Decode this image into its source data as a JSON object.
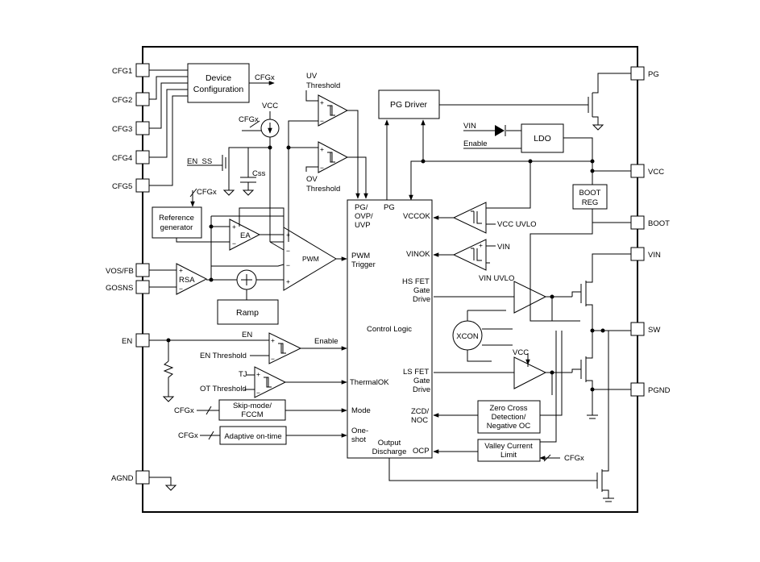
{
  "pins_left": {
    "cfg1": "CFG1",
    "cfg2": "CFG2",
    "cfg3": "CFG3",
    "cfg4": "CFG4",
    "cfg5": "CFG5",
    "vos_fb": "VOS/FB",
    "gosns": "GOSNS",
    "en": "EN",
    "agnd": "AGND"
  },
  "pins_right": {
    "pg": "PG",
    "vcc": "VCC",
    "boot": "BOOT",
    "vin": "VIN",
    "sw": "SW",
    "pgnd": "PGND"
  },
  "blocks": {
    "device_config_1": "Device",
    "device_config_2": "Configuration",
    "pg_driver": "PG Driver",
    "ldo": "LDO",
    "boot_reg_1": "BOOT",
    "boot_reg_2": "REG",
    "ref_gen_1": "Reference",
    "ref_gen_2": "generator",
    "ramp": "Ramp",
    "skip_mode_1": "Skip-mode/",
    "skip_mode_2": "FCCM",
    "adaptive_ontime": "Adaptive on-time",
    "zero_cross_1": "Zero Cross",
    "zero_cross_2": "Detection/",
    "zero_cross_3": "Negative OC",
    "valley_1": "Valley Current",
    "valley_2": "Limit",
    "xcon": "XCON",
    "ea": "EA",
    "pwm": "PWM",
    "rsa": "RSA"
  },
  "control_logic": {
    "title": "Control Logic",
    "pg_ovp_1": "PG/",
    "pg_ovp_2": "OVP/",
    "pg_ovp_3": "UVP",
    "pg": "PG",
    "pwm_1": "PWM",
    "pwm_2": "Trigger",
    "thermal": "ThermalOK",
    "mode": "Mode",
    "oneshot_1": "One-",
    "oneshot_2": "shot",
    "output_1": "Output",
    "output_2": "Discharge",
    "vccok": "VCCOK",
    "vinok": "VINOK",
    "hs_1": "HS FET",
    "hs_2": "Gate",
    "hs_3": "Drive",
    "ls_1": "LS FET",
    "ls_2": "Gate",
    "ls_3": "Drive",
    "zcd_1": "ZCD/",
    "zcd_2": "NOC",
    "ocp": "OCP"
  },
  "signals": {
    "cfgx_dev": "CFGx",
    "vcc_src": "VCC",
    "cfgx_src": "CFGx",
    "en_ss": "EN_SS",
    "css": "Css",
    "cfgx_ref": "CFGx",
    "uv_1": "UV",
    "uv_2": "Threshold",
    "ov_1": "OV",
    "ov_2": "Threshold",
    "vin_ldo": "VIN",
    "enable_ldo": "Enable",
    "vcc_uvlo": "VCC UVLO",
    "vin_cmp": "VIN",
    "vin_uvlo": "VIN UVLO",
    "en_sig": "EN",
    "en_threshold": "EN Threshold",
    "enable_out": "Enable",
    "tj": "TJ",
    "ot_threshold": "OT Threshold",
    "cfgx_skip": "CFGx",
    "cfgx_adapt": "CFGx",
    "cfgx_valley": "CFGx",
    "vcc_ls": "VCC"
  }
}
